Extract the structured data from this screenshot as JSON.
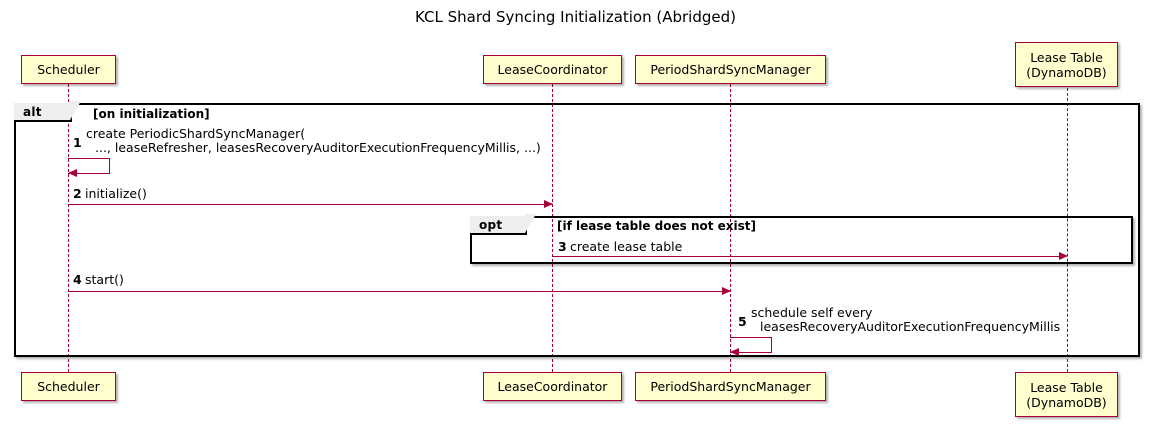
{
  "diagram": {
    "type": "sequence-diagram",
    "title": "KCL Shard Syncing Initialization (Abridged)",
    "colors": {
      "participant_fill": "#FEFECE",
      "participant_border": "#A80036",
      "arrow": "#A80036",
      "frame_border": "#000000",
      "frame_tab_fill": "#EEEEEE",
      "background": "#FFFFFF"
    }
  },
  "participants": [
    {
      "id": "scheduler",
      "label": "Scheduler"
    },
    {
      "id": "leasecoordinator",
      "label": "LeaseCoordinator"
    },
    {
      "id": "periodshardsyncmanager",
      "label": "PeriodShardSyncManager"
    },
    {
      "id": "leasetable",
      "label": "Lease Table\n(DynamoDB)",
      "line1": "Lease Table",
      "line2": "(DynamoDB)"
    }
  ],
  "frames": [
    {
      "id": "alt-frame",
      "kind": "alt",
      "condition": "[on initialization]"
    },
    {
      "id": "opt-frame",
      "kind": "opt",
      "condition": "[if lease table does not exist]"
    }
  ],
  "messages": [
    {
      "num": "1",
      "from": "scheduler",
      "to": "scheduler",
      "self": true,
      "line1": "create PeriodicShardSyncManager(",
      "line2": "..., leaseRefresher, leasesRecoveryAuditorExecutionFrequencyMillis, ...)"
    },
    {
      "num": "2",
      "from": "scheduler",
      "to": "leasecoordinator",
      "self": false,
      "line1": "initialize()",
      "line2": ""
    },
    {
      "num": "3",
      "from": "leasecoordinator",
      "to": "leasetable",
      "self": false,
      "line1": "create lease table",
      "line2": ""
    },
    {
      "num": "4",
      "from": "scheduler",
      "to": "periodshardsyncmanager",
      "self": false,
      "line1": "start()",
      "line2": ""
    },
    {
      "num": "5",
      "from": "periodshardsyncmanager",
      "to": "periodshardsyncmanager",
      "self": true,
      "line1": "schedule self every",
      "line2": "leasesRecoveryAuditorExecutionFrequencyMillis"
    }
  ]
}
